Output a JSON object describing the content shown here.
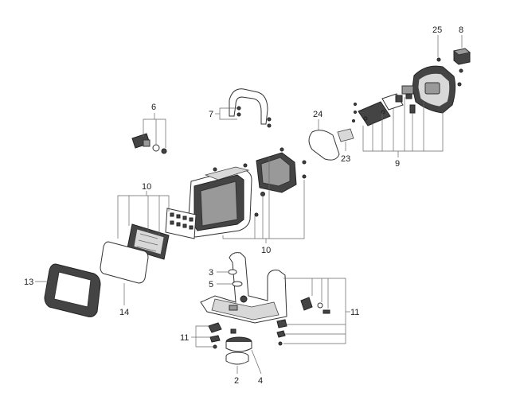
{
  "labels": {
    "p2": "2",
    "p3": "3",
    "p4": "4",
    "p5": "5",
    "p6": "6",
    "p7": "7",
    "p8": "8",
    "p9": "9",
    "p10a": "10",
    "p10b": "10",
    "p11a": "11",
    "p11b": "11",
    "p13": "13",
    "p14": "14",
    "p23": "23",
    "p24": "24",
    "p25": "25"
  }
}
